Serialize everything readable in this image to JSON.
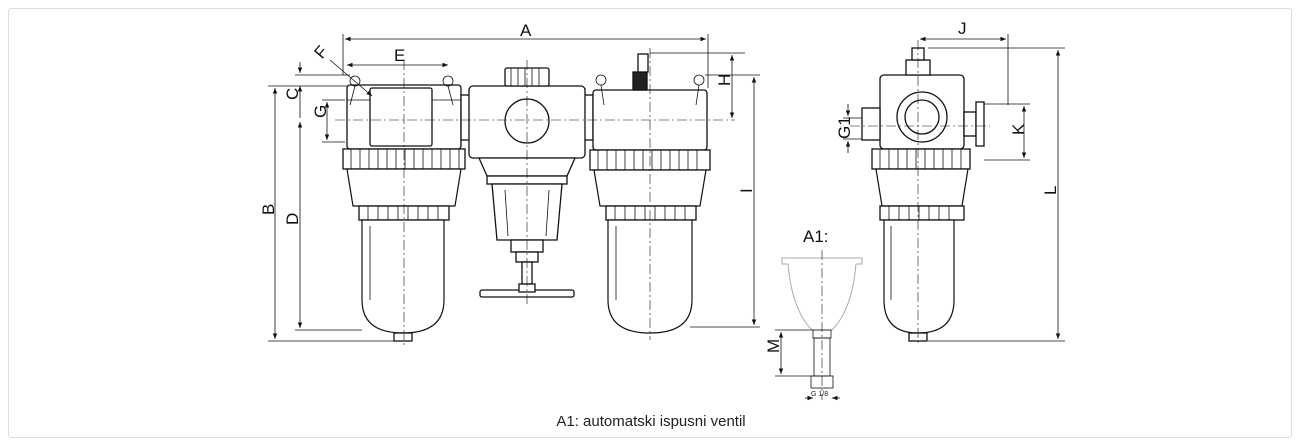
{
  "dimension_labels": {
    "A": "A",
    "B": "B",
    "C": "C",
    "D": "D",
    "E": "E",
    "F": "F",
    "G": "G",
    "H": "H",
    "I": "I",
    "J": "J",
    "K": "K",
    "L": "L",
    "M": "M",
    "G1": "G1"
  },
  "detail": {
    "title": "A1:",
    "thread": "G 1/8"
  },
  "caption": "A1: automatski ispusni ventil"
}
